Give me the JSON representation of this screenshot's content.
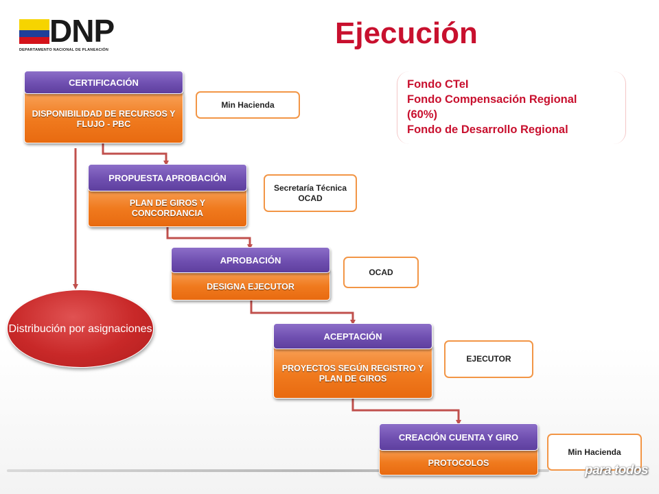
{
  "header": {
    "logo_text": "DNP",
    "logo_subtitle": "DEPARTAMENTO NACIONAL DE PLANEACIÓN",
    "title": "Ejecución"
  },
  "colors": {
    "title_red": "#c8102e",
    "step_purple": "#6f4fb0",
    "step_orange": "#f07a1e",
    "note_border": "#f29545",
    "connector": "#c0504d",
    "ellipse_red": "#c82828"
  },
  "funds": [
    "Fondo CTeI",
    "Fondo Compensación Regional",
    "(60%)",
    "Fondo de Desarrollo Regional"
  ],
  "steps": [
    {
      "header": "CERTIFICACIÓN",
      "body": "DISPONIBILIDAD DE RECURSOS Y FLUJO - PBC",
      "responsible": "Min Hacienda"
    },
    {
      "header": "PROPUESTA APROBACIÓN",
      "body": "PLAN DE GIROS Y CONCORDANCIA",
      "responsible": "Secretaría Técnica OCAD"
    },
    {
      "header": "APROBACIÓN",
      "body": "DESIGNA EJECUTOR",
      "responsible": "OCAD"
    },
    {
      "header": "ACEPTACIÓN",
      "body": "PROYECTOS SEGÚN REGISTRO Y PLAN DE GIROS",
      "responsible": "EJECUTOR"
    },
    {
      "header": "CREACIÓN CUENTA Y GIRO",
      "body": "PROTOCOLOS",
      "responsible": "Min Hacienda"
    }
  ],
  "distribution": "Distribución por asignaciones",
  "footer": {
    "tagline": "para todos"
  }
}
